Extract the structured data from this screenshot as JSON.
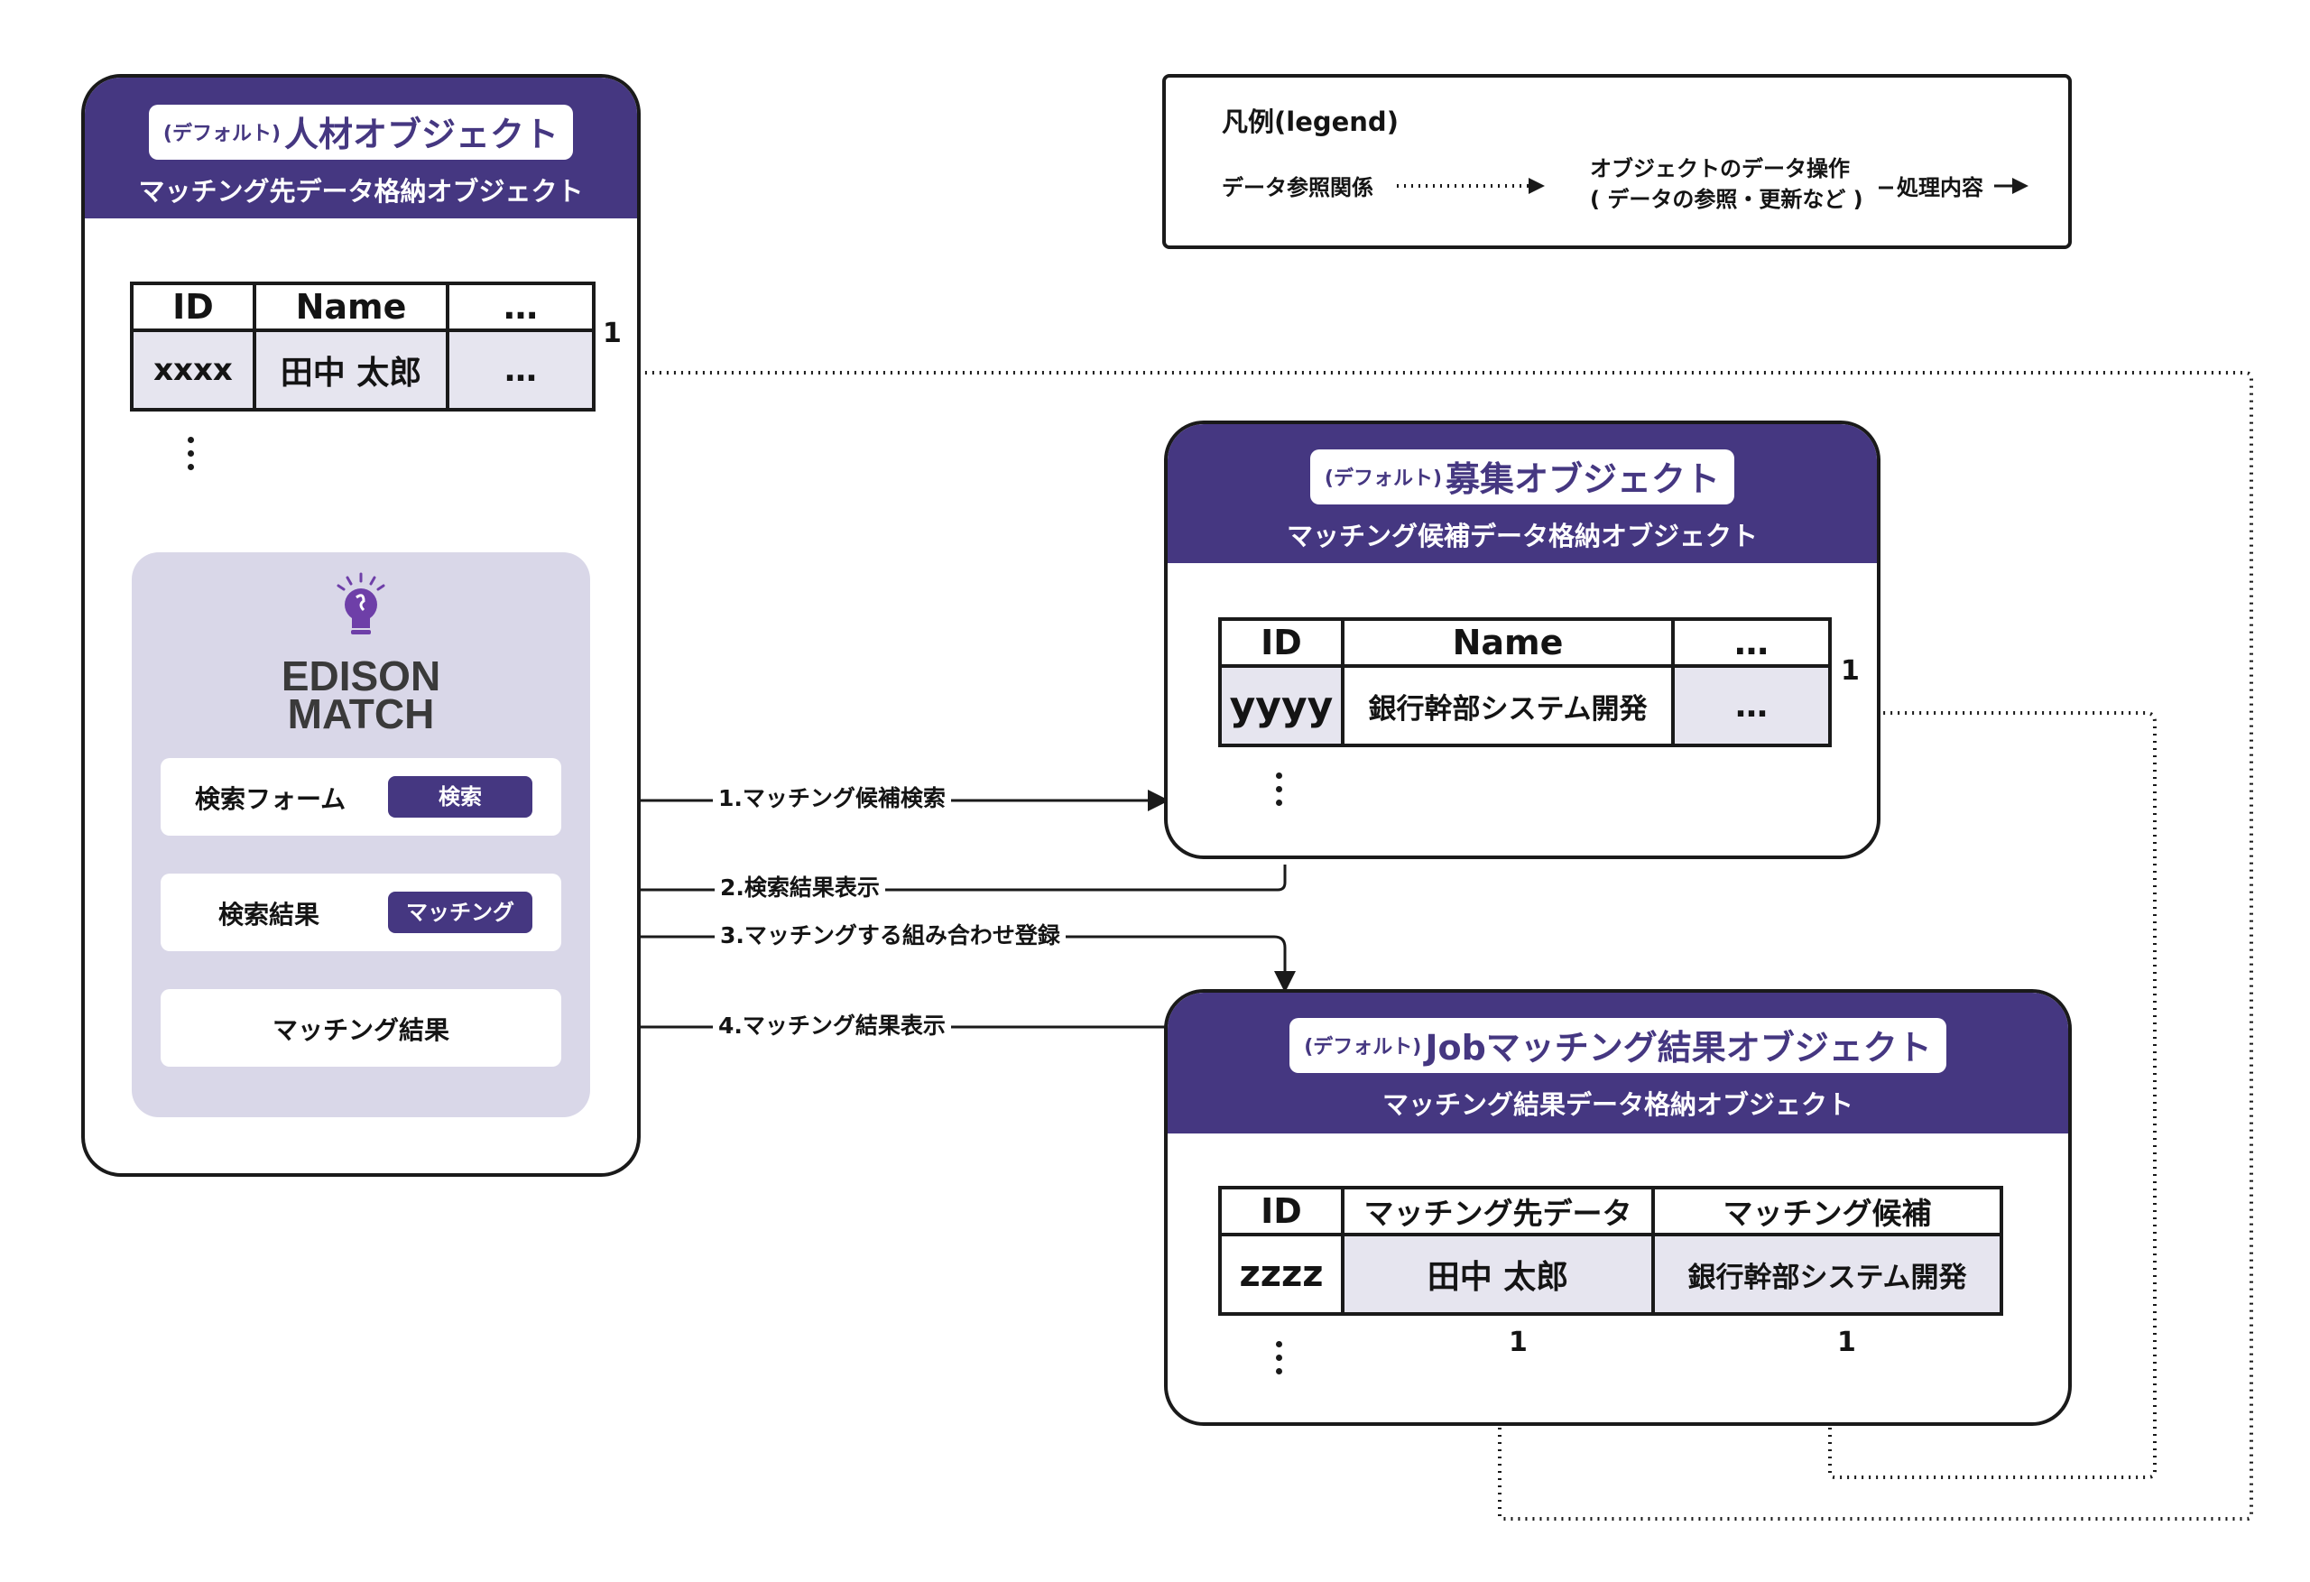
{
  "legend": {
    "title": "凡例(legend)",
    "ref_label": "データ参照関係",
    "op_label_line1": "オブジェクトのデータ操作",
    "op_label_line2": "( データの参照・更新など )",
    "op_content": "処理内容"
  },
  "person_object": {
    "default_tag": "(デフォルト)",
    "name": "人材オブジェクト",
    "subtitle": "マッチング先データ格納オブジェクト",
    "headers": [
      "ID",
      "Name",
      "…"
    ],
    "row": [
      "xxxx",
      "田中 太郎",
      "…"
    ]
  },
  "recruit_object": {
    "default_tag": "(デフォルト)",
    "name": "募集オブジェクト",
    "subtitle": "マッチング候補データ格納オブジェクト",
    "headers": [
      "ID",
      "Name",
      "…"
    ],
    "row": [
      "yyyy",
      "銀行幹部システム開発",
      "…"
    ]
  },
  "job_object": {
    "default_tag": "(デフォルト)",
    "name": "Jobマッチング結果オブジェクト",
    "subtitle": "マッチング結果データ格納オブジェクト",
    "headers": [
      "ID",
      "マッチング先データ",
      "マッチング候補"
    ],
    "row": [
      "zzzz",
      "田中 太郎",
      "銀行幹部システム開発"
    ]
  },
  "app": {
    "logo_line1": "EDISON",
    "logo_line2": "MATCH",
    "search_form_label": "検索フォーム",
    "search_button": "検索",
    "search_result_label": "検索結果",
    "matching_button": "マッチング",
    "matching_result_label": "マッチング結果"
  },
  "edges": {
    "e1": "1.マッチング候補検索",
    "e2": "2.検索結果表示",
    "e3": "3.マッチングする組み合わせ登録",
    "e4": "4.マッチング結果表示"
  },
  "cardinality": {
    "person_ref": "1",
    "recruit_ref": "1",
    "job_match_target": "1",
    "job_candidate": "1"
  },
  "colors": {
    "accent": "#453781",
    "cell_fill": "#e6e5ef",
    "panel_fill": "#d9d7e8",
    "line": "#1a1a1a"
  }
}
